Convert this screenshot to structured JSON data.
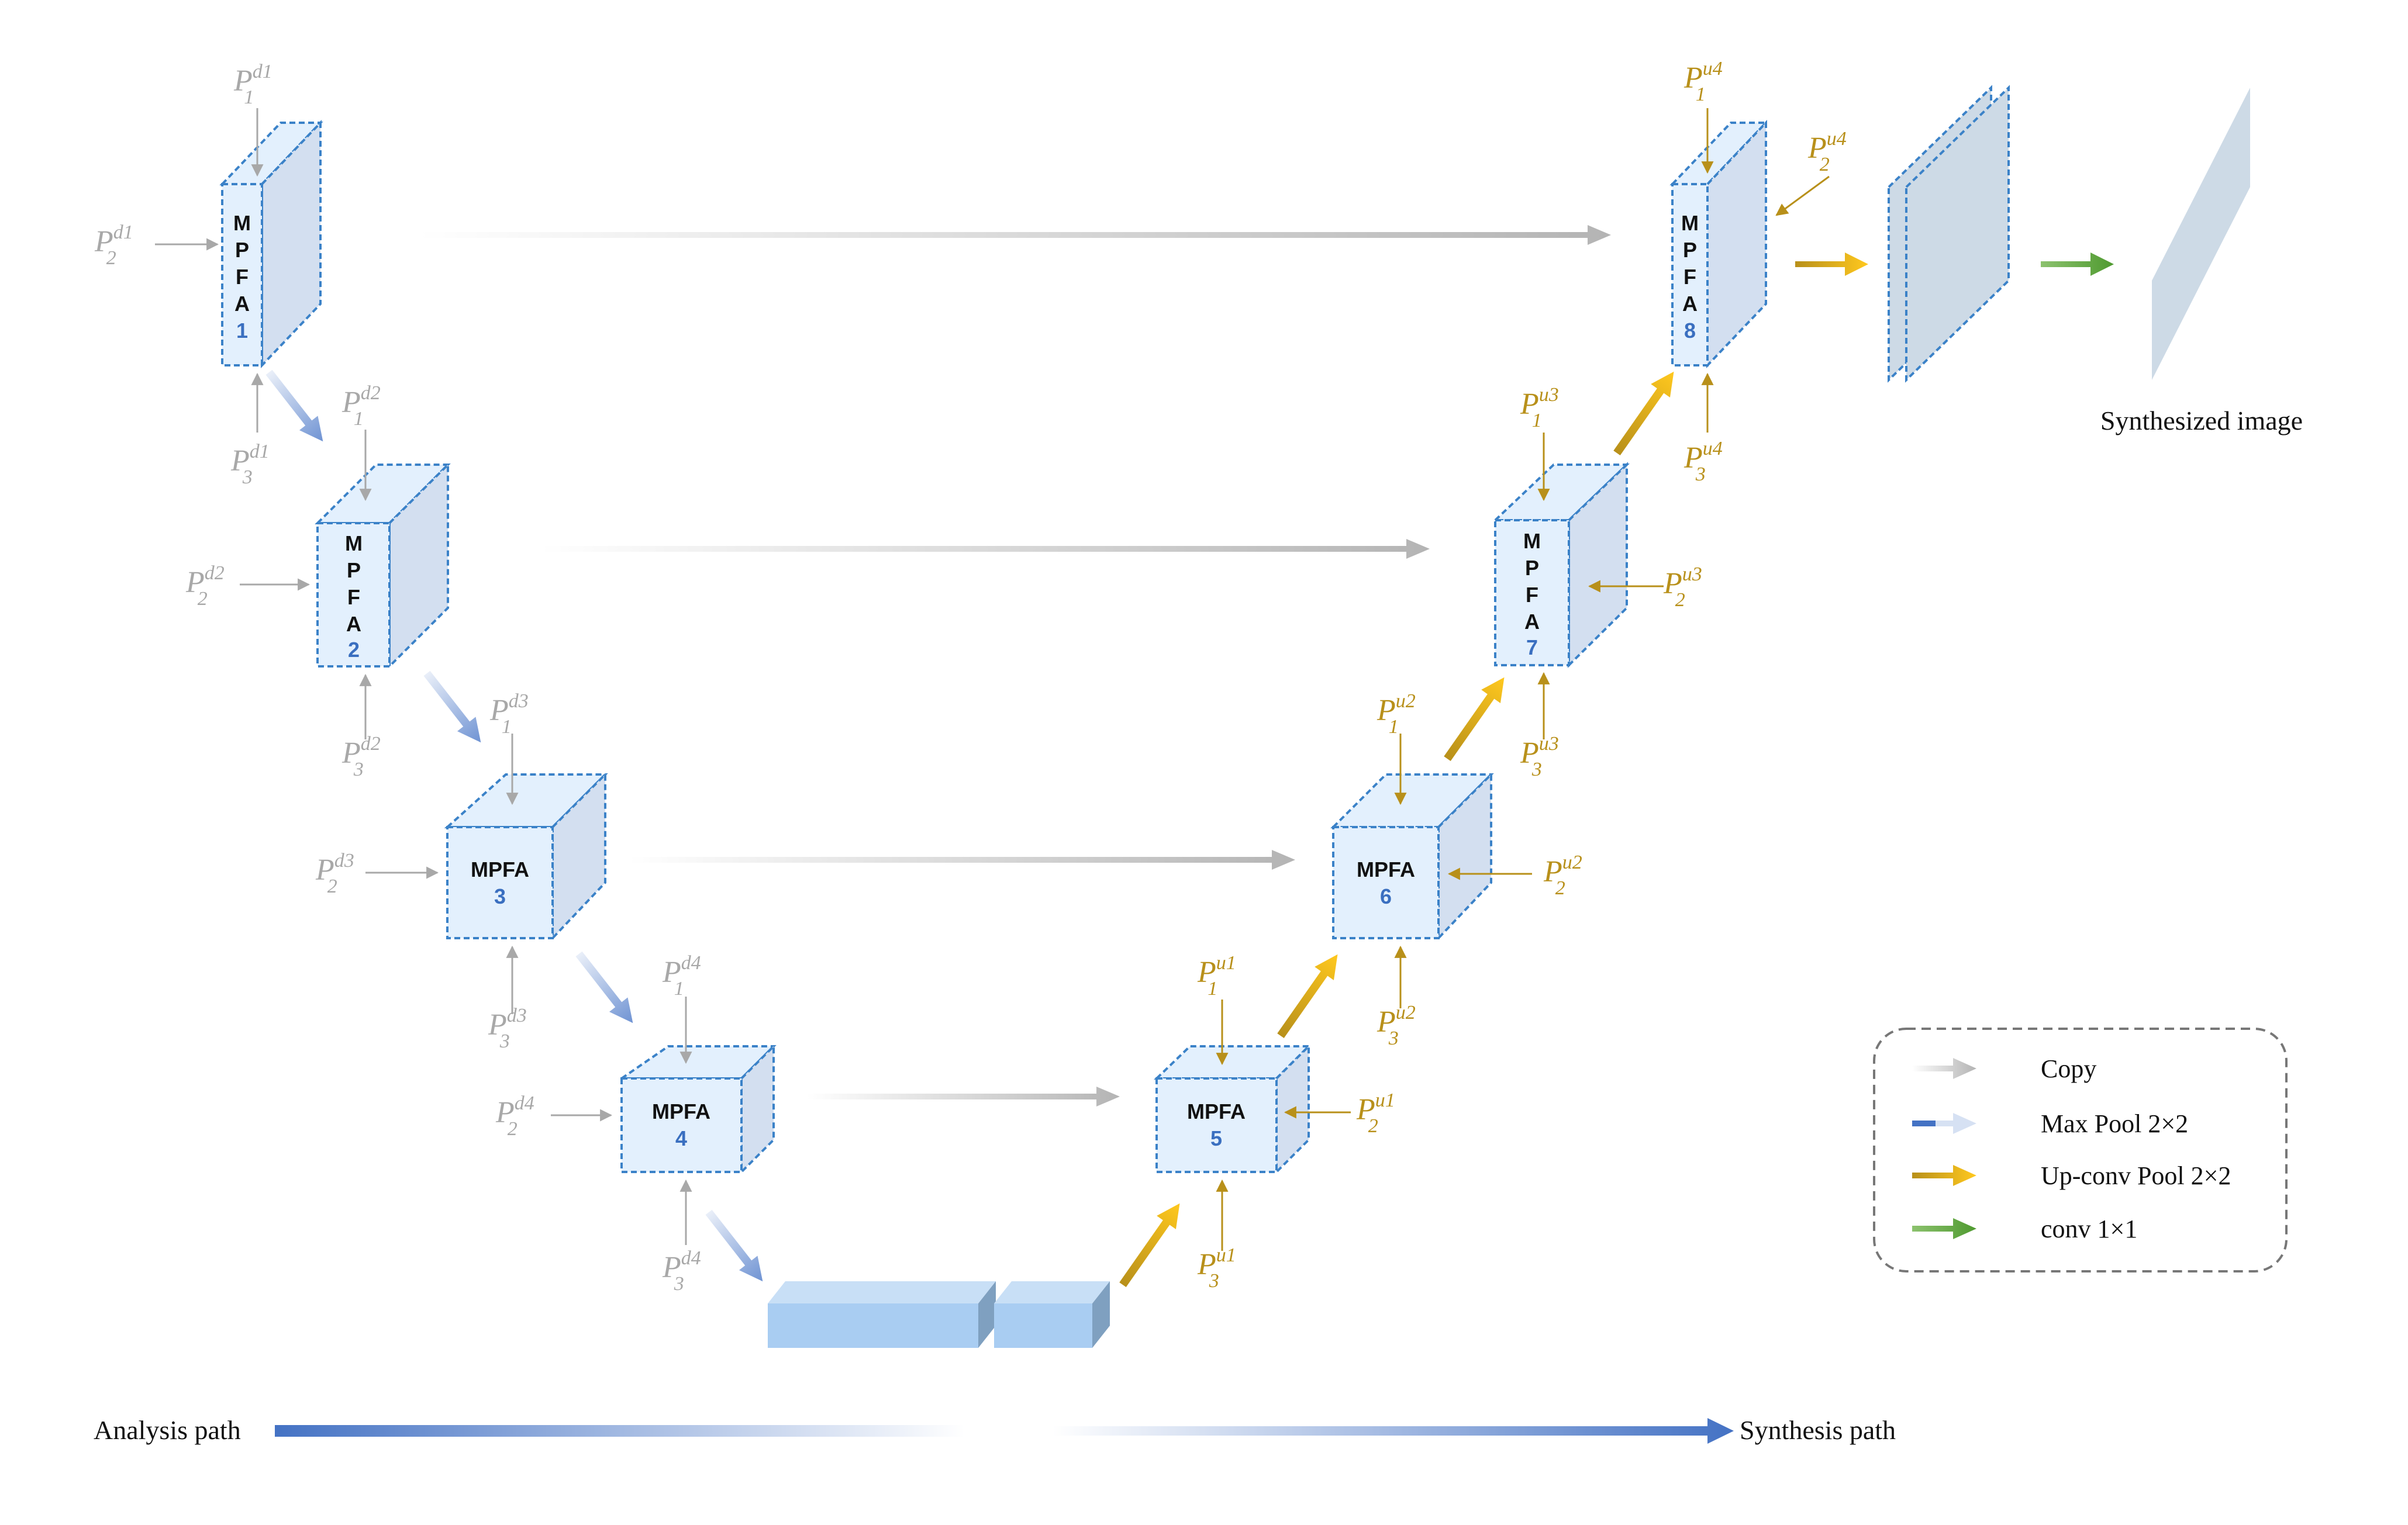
{
  "colors": {
    "grey": "#a8a8a8",
    "gold": "#b8901a",
    "blue_face": "#e3f0fd",
    "blue_side": "#d3dff0",
    "blue_edge": "#3b82c8",
    "output_plane": "#cddae6",
    "bottleneck": "#a9cdf2",
    "conv": "#5a9a3a",
    "upconv": "#f2c02a",
    "maxpool": "#6f93d3"
  },
  "blocks": [
    {
      "id": "b1",
      "label": "MPFA",
      "number": "1"
    },
    {
      "id": "b2",
      "label": "MPFA",
      "number": "2"
    },
    {
      "id": "b3",
      "label": "MPFA",
      "number": "3"
    },
    {
      "id": "b4",
      "label": "MPFA",
      "number": "4"
    },
    {
      "id": "b5",
      "label": "MPFA",
      "number": "5"
    },
    {
      "id": "b6",
      "label": "MPFA",
      "number": "6"
    },
    {
      "id": "b7",
      "label": "MPFA",
      "number": "7"
    },
    {
      "id": "b8",
      "label": "MPFA",
      "number": "8"
    }
  ],
  "params": {
    "d1": {
      "sub1": "1",
      "sub2": "2",
      "sub3": "3",
      "sup": "d1"
    },
    "d2": {
      "sub1": "1",
      "sub2": "2",
      "sub3": "3",
      "sup": "d2"
    },
    "d3": {
      "sub1": "1",
      "sub2": "2",
      "sub3": "3",
      "sup": "d3"
    },
    "d4": {
      "sub1": "1",
      "sub2": "2",
      "sub3": "3",
      "sup": "d4"
    },
    "u1": {
      "sub1": "1",
      "sub2": "2",
      "sub3": "3",
      "sup": "u1"
    },
    "u2": {
      "sub1": "1",
      "sub2": "2",
      "sub3": "3",
      "sup": "u2"
    },
    "u3": {
      "sub1": "1",
      "sub2": "2",
      "sub3": "3",
      "sup": "u3"
    },
    "u4": {
      "sub1": "1",
      "sub2": "2",
      "sub3": "3",
      "sup": "u4"
    },
    "symbol": "P"
  },
  "labels": {
    "synthesized_image": "Synthesized image",
    "analysis_path": "Analysis path",
    "synthesis_path": "Synthesis path"
  },
  "legend": {
    "copy": "Copy",
    "max_pool": "Max Pool 2×2",
    "up_conv": "Up-conv Pool 2×2",
    "conv": "conv 1×1"
  }
}
